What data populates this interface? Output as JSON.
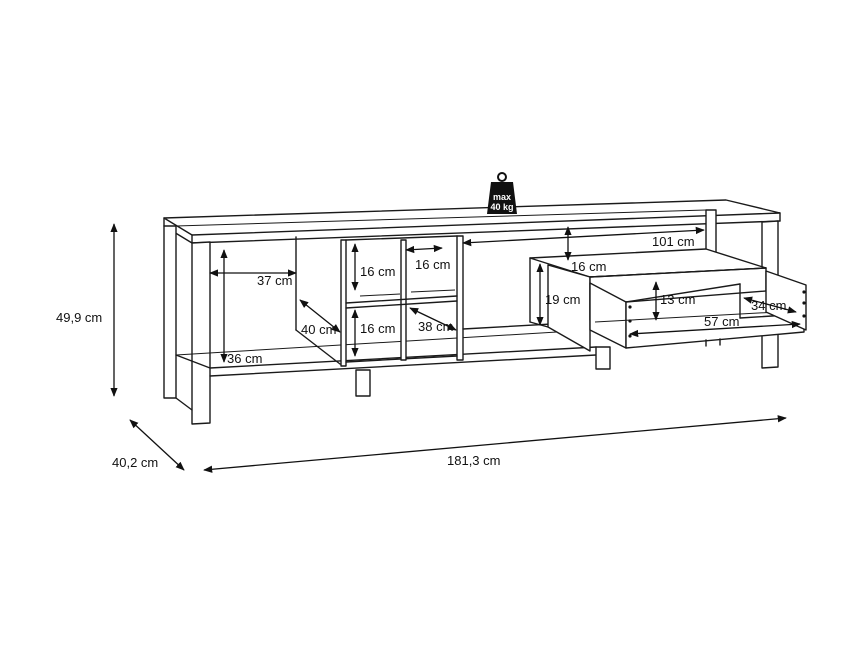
{
  "labels": {
    "height": "49,9 cm",
    "depth": "40,2 cm",
    "width": "181,3 cm",
    "weight_line1": "max",
    "weight_line2": "40 kg",
    "left_width": "37 cm",
    "left_depth": "40 cm",
    "left_height": "36 cm",
    "shelf_h_top_left": "16 cm",
    "shelf_w_top_right": "16 cm",
    "shelf_h_bottom": "16 cm",
    "shelf_depth": "38 cm",
    "right_width": "101 cm",
    "right_top_gap": "16 cm",
    "right_height": "19 cm",
    "drawer_height": "13 cm",
    "drawer_width": "57 cm",
    "drawer_depth": "34 cm"
  }
}
